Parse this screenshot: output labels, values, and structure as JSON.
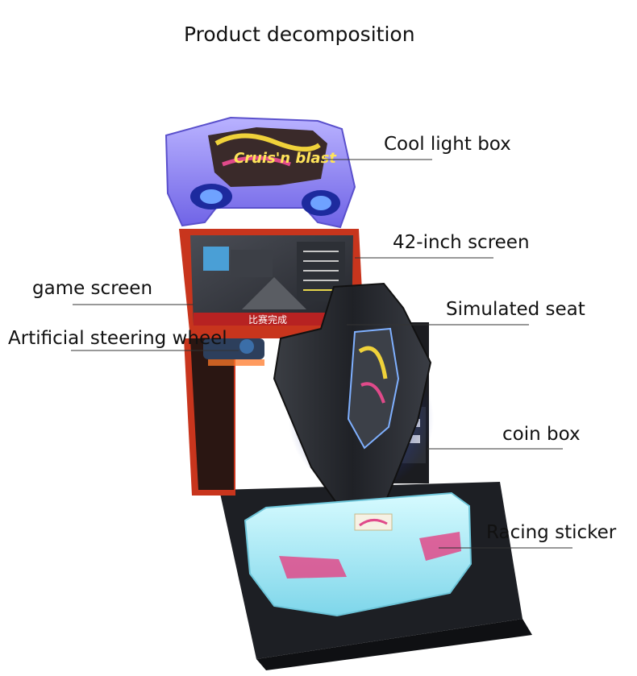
{
  "title": "Product decomposition",
  "labels": [
    {
      "id": "light-box",
      "text": "Cool light box"
    },
    {
      "id": "42-inch-screen",
      "text": "42-inch screen"
    },
    {
      "id": "game-screen",
      "text": "game screen"
    },
    {
      "id": "simulated-seat",
      "text": "Simulated seat"
    },
    {
      "id": "steering-wheel",
      "text": "Artificial steering wheel"
    },
    {
      "id": "coin-box",
      "text": "coin box"
    },
    {
      "id": "racing-sticker",
      "text": "Racing sticker"
    }
  ],
  "machine_graphics": {
    "logo_text": "Cruis'n blast",
    "screen_text": "比赛完成"
  },
  "colors": {
    "light_box": "#8d84f2",
    "cabinet_red": "#c8351d",
    "seat_dark": "#2b2e33",
    "base_cyan": "#9fe8f4",
    "accent_pink": "#e04a8a",
    "leader_line": "#333333"
  }
}
